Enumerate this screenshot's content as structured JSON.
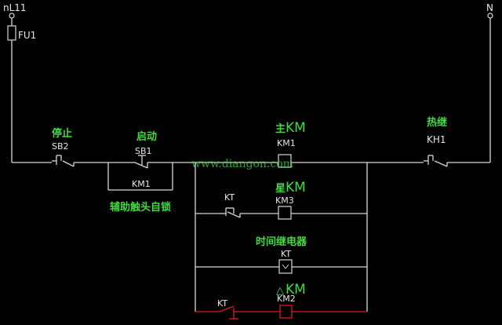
{
  "terminals": {
    "left": "nL11",
    "right": "N"
  },
  "fuse": {
    "label": "FU1"
  },
  "stop": {
    "cn": "停止",
    "label": "SB2"
  },
  "start": {
    "cn": "启动",
    "label": "SB1"
  },
  "aux": {
    "label": "KM1",
    "cn": "辅助触头自锁"
  },
  "main_coil": {
    "cn": "主",
    "km": "KM",
    "label": "KM1"
  },
  "thermal": {
    "cn": "热继",
    "label": "KH1"
  },
  "watermark": "www.diangon.com",
  "star_branch": {
    "contact": "KT",
    "cn": "星",
    "km": "KM",
    "label": "KM3"
  },
  "timer_branch": {
    "cn": "时间继电器",
    "label": "KT"
  },
  "delta_branch": {
    "contact": "KT",
    "cn": "△",
    "km": "KM",
    "label": "KM2"
  }
}
